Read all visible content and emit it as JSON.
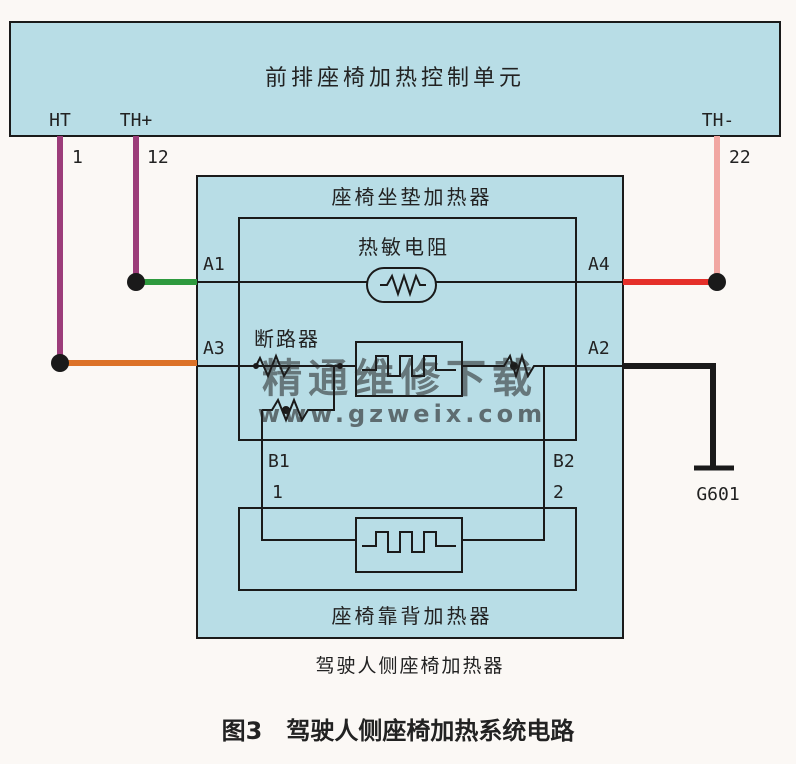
{
  "control_unit": {
    "title": "前排座椅加热控制单元",
    "pin_ht": "HT",
    "pin_th_plus": "TH+",
    "pin_th_minus": "TH-"
  },
  "wires": {
    "ht_pin_no": "1",
    "th_plus_pin_no": "12",
    "th_minus_pin_no": "22"
  },
  "seat_heater": {
    "cushion_title": "座椅坐垫加热器",
    "thermistor_label": "热敏电阻",
    "breaker_label": "断路器",
    "conn_a1": "A1",
    "conn_a2": "A2",
    "conn_a3": "A3",
    "conn_a4": "A4",
    "conn_b1": "B1",
    "conn_b2": "B2",
    "back_pin_1": "1",
    "back_pin_2": "2",
    "back_title": "座椅靠背加热器",
    "assembly_label": "驾驶人侧座椅加热器"
  },
  "ground": {
    "label": "G601"
  },
  "watermark": {
    "text_cn": "精通维修下载",
    "text_url": "www.gzweix.com"
  },
  "caption": "图3　驾驶人侧座椅加热系统电路",
  "colors": {
    "unit_fill": "#b8dde6",
    "wire_purple": "#9c3d7a",
    "wire_green": "#2e9a3e",
    "wire_red": "#e5302a",
    "wire_pink": "#f1a7a2",
    "wire_orange": "#dc7228",
    "wire_black": "#1a1a1a",
    "watermark": "#f4a623"
  }
}
